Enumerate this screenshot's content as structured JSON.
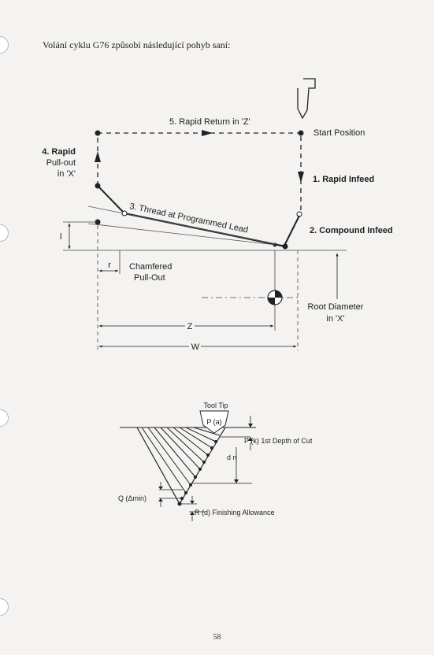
{
  "intro_text": "Volání cyklu G76 způsobí následující pohyb saní:",
  "page_number": "58",
  "cycle_diagram": {
    "rapid_return": "5. Rapid Return in 'Z'",
    "start_position": "Start Position",
    "rapid_pullout": [
      "4. Rapid",
      "Pull-out",
      "in 'X'"
    ],
    "rapid_infeed": "1. Rapid Infeed",
    "thread_lead": "3. Thread at Programmed Lead",
    "compound_infeed": "2. Compound Infeed",
    "l_label": "l",
    "r_label": "r",
    "chamfered_pullout": [
      "Chamfered",
      "Pull-Out"
    ],
    "root_diameter": [
      "Root Diameter",
      "in 'X'"
    ],
    "z_label": "Z",
    "w_label": "W"
  },
  "tool_diagram": {
    "tool_tip": "Tool Tip",
    "p_a": "P (a)",
    "p_k_depth": "P (k) 1st Depth of Cut",
    "dn": "d n",
    "q_dmin": "Q (Δmin)",
    "r_finishing": "R (d) Finishing Allowance"
  }
}
